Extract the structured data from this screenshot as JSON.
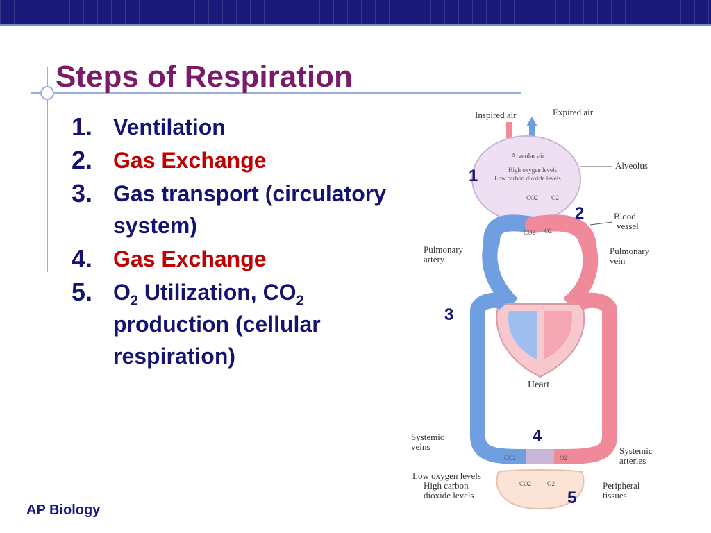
{
  "slide": {
    "title": "Steps of Respiration",
    "footer": "AP Biology"
  },
  "steps": [
    {
      "number": "1.",
      "text": "Ventilation"
    },
    {
      "number": "2.",
      "text": "Gas Exchange"
    },
    {
      "number": "3.",
      "text": "Gas transport (circulatory system)"
    },
    {
      "number": "4.",
      "text": "Gas Exchange"
    },
    {
      "number": "5.",
      "text_a": "O",
      "sub_a": "2",
      "text_b": " Utilization, CO",
      "sub_b": "2",
      "text_c": " production (cellular respiration)"
    }
  ],
  "diagram": {
    "labels": {
      "inspired": "Inspired air",
      "expired": "Expired air",
      "alveolar": "Alveolar air",
      "high_o2": "High oxygen levels",
      "low_co2": "Low carbon dioxide levels",
      "alveolus": "Alveolus",
      "blood1": "Blood",
      "blood2": "vessel",
      "pa1": "Pulmonary",
      "pa2": "artery",
      "pv1": "Pulmonary",
      "pv2": "vein",
      "heart": "Heart",
      "sv1": "Systemic",
      "sv2": "veins",
      "sa1": "Systemic",
      "sa2": "arteries",
      "low1": "Low oxygen levels",
      "low2": "High carbon",
      "low3": "dioxide levels",
      "pt1": "Peripheral",
      "pt2": "tissues",
      "co2": "CO2",
      "o2": "O2"
    },
    "markers": [
      "1",
      "2",
      "3",
      "4",
      "5"
    ]
  },
  "colors": {
    "title": "#7a1a6a",
    "text": "#141470",
    "red": "#c00000",
    "bar": "#1a1a7a",
    "deoxy": "#6f9fe0",
    "oxy": "#f08a9a"
  }
}
